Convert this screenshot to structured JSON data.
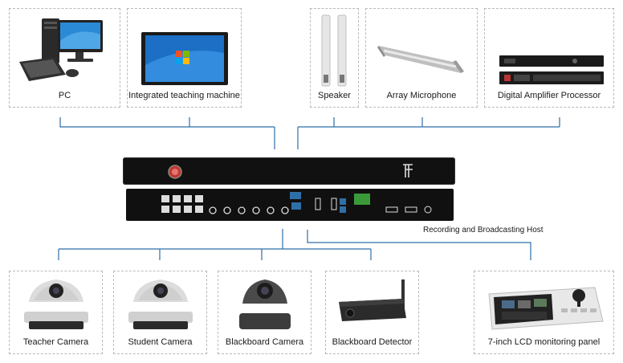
{
  "top_devices": [
    {
      "label": "PC",
      "icon": "desktop-pc-icon"
    },
    {
      "label": "Integrated teaching machine",
      "icon": "teaching-display-icon"
    },
    {
      "label": "Speaker",
      "icon": "column-speaker-icon"
    },
    {
      "label": "Array Microphone",
      "icon": "array-microphone-icon"
    },
    {
      "label": "Digital Amplifier Processor",
      "icon": "amplifier-processor-icon"
    }
  ],
  "host": {
    "label": "Recording and Broadcasting Host",
    "logo_icon": "brand-logo-icon"
  },
  "bottom_devices": [
    {
      "label": "Teacher Camera",
      "icon": "ptz-camera-icon"
    },
    {
      "label": "Student Camera",
      "icon": "ptz-camera-icon"
    },
    {
      "label": "Blackboard Camera",
      "icon": "ptz-camera-dark-icon"
    },
    {
      "label": "Blackboard Detector",
      "icon": "detector-camera-icon"
    },
    {
      "label": "7-inch LCD monitoring panel",
      "icon": "lcd-control-panel-icon"
    }
  ],
  "colors": {
    "wire": "#2f6fa8",
    "box_border": "#b8b8b8",
    "device_dark": "#111111"
  }
}
